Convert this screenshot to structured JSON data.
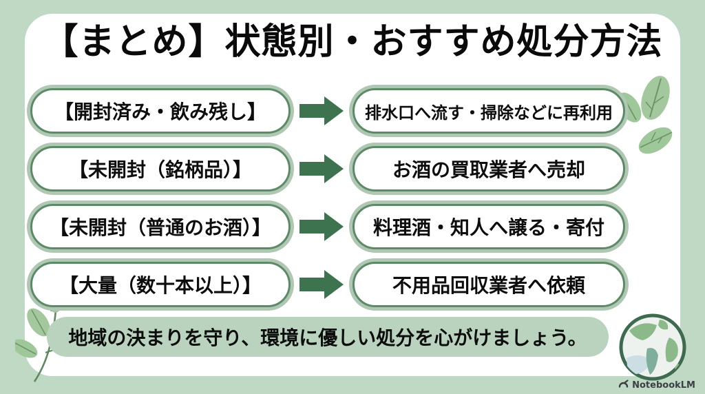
{
  "title": "【まとめ】状態別・おすすめ処分方法",
  "rows": [
    {
      "condition": "【開封済み・飲み残し】",
      "method": "排水口へ流す・掃除などに再利用"
    },
    {
      "condition": "【未開封（銘柄品）】",
      "method": "お酒の買取業者へ売却"
    },
    {
      "condition": "【未開封（普通のお酒）】",
      "method": "料理酒・知人へ譲る・寄付"
    },
    {
      "condition": "【大量（数十本以上）】",
      "method": "不用品回収業者へ依頼"
    }
  ],
  "footer_note": "地域の決まりを守り、環境に優しい処分を心がけましょう。",
  "branding": "NotebookLM",
  "icons": {
    "arrow": "right-arrow-icon",
    "top_right_decoration": "leaf-decoration",
    "bottom_left_decoration": "leaf-branch-decoration",
    "globe": "globe-icon",
    "brand_logo": "notebooklm-logo-icon"
  },
  "colors": {
    "background": "#bfd9c5",
    "card": "#ffffff",
    "pill_ring": "#afc7b3",
    "pill_border": "#5c8a66",
    "arrow": "#3e7350",
    "banner_background": "#b9d3bf",
    "text": "#0d0d0d",
    "leaf": "#9ec79a",
    "globe_land": "#8cb98a",
    "globe_outline": "#3e6b50",
    "brand_text": "#3b4043"
  }
}
